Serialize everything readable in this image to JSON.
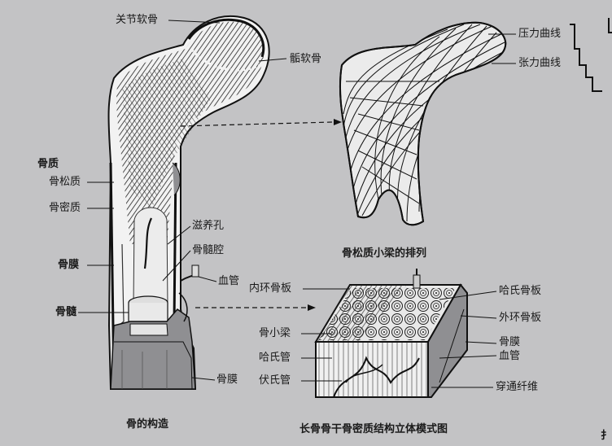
{
  "figure_left": {
    "caption": "骨的构造",
    "labels": {
      "articular_cartilage": "关节软骨",
      "epiphyseal_cartilage": "骺软骨",
      "bone_substance": "骨质",
      "spongy_bone": "骨松质",
      "compact_bone": "骨密质",
      "periosteum": "骨膜",
      "nutrient_foramen": "滋养孔",
      "medullary_cavity": "骨髓腔",
      "blood_vessel": "血管",
      "bone_marrow": "骨髓",
      "periosteum_lower": "骨膜"
    }
  },
  "figure_top_right": {
    "caption": "骨松质小梁的排列",
    "labels": {
      "pressure_curve": "压力曲线",
      "tension_curve": "张力曲线"
    }
  },
  "figure_bottom_right": {
    "caption": "长骨骨干骨密质结构立体模式图",
    "labels": {
      "inner_lamellae": "内环骨板",
      "trabecula": "骨小梁",
      "haversian_canal": "哈氏管",
      "volkmann_canal": "伏氏管",
      "haversian_lamellae": "哈氏骨板",
      "outer_lamellae": "外环骨板",
      "periosteum": "骨膜",
      "blood_vessel": "血管",
      "perforating_fibers": "穿通纤维"
    }
  },
  "edge_fragment": "扌",
  "colors": {
    "background": "#c3c3c5",
    "bone_shade": "#8f8f92",
    "ink": "#1a1a1a"
  }
}
